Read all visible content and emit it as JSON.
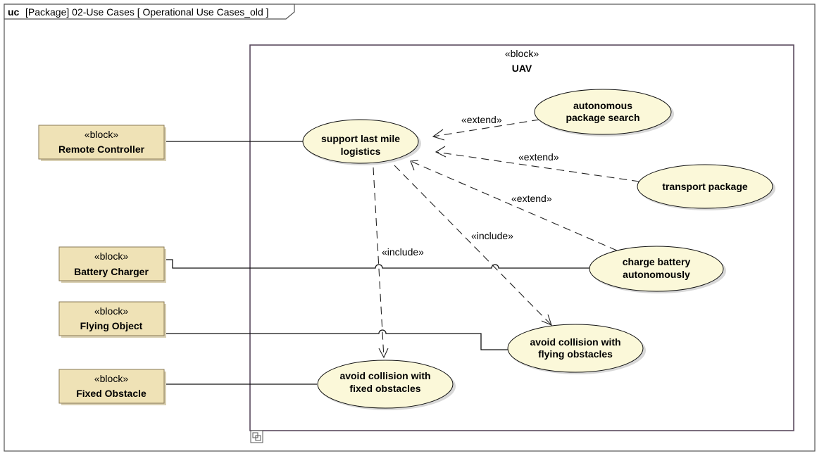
{
  "frame": {
    "kind": "uc",
    "title": "[Package] 02-Use Cases [ Operational Use Cases_old ]"
  },
  "system": {
    "stereotype": "«block»",
    "name": "UAV"
  },
  "actors": [
    {
      "stereotype": "«block»",
      "name": "Remote Controller"
    },
    {
      "stereotype": "«block»",
      "name": "Battery Charger"
    },
    {
      "stereotype": "«block»",
      "name": "Flying Object"
    },
    {
      "stereotype": "«block»",
      "name": "Fixed Obstacle"
    }
  ],
  "use_cases": [
    {
      "lines": [
        "support last mile",
        "logistics"
      ]
    },
    {
      "lines": [
        "autonomous",
        "package search"
      ]
    },
    {
      "lines": [
        "transport package"
      ]
    },
    {
      "lines": [
        "charge battery",
        "autonomously"
      ]
    },
    {
      "lines": [
        "avoid collision with",
        "flying obstacles"
      ]
    },
    {
      "lines": [
        "avoid collision with",
        "fixed obstacles"
      ]
    }
  ],
  "relationships": [
    {
      "type": "extend",
      "label": "«extend»",
      "from": "autonomous package search",
      "to": "support last mile logistics"
    },
    {
      "type": "extend",
      "label": "«extend»",
      "from": "transport package",
      "to": "support last mile logistics"
    },
    {
      "type": "extend",
      "label": "«extend»",
      "from": "charge battery autonomously",
      "to": "support last mile logistics"
    },
    {
      "type": "include",
      "label": "«include»",
      "from": "support last mile logistics",
      "to": "avoid collision with fixed obstacles"
    },
    {
      "type": "include",
      "label": "«include»",
      "from": "support last mile logistics",
      "to": "avoid collision with flying obstacles"
    },
    {
      "type": "association",
      "from": "Remote Controller",
      "to": "support last mile logistics"
    },
    {
      "type": "association",
      "from": "Battery Charger",
      "to": "charge battery autonomously"
    },
    {
      "type": "association",
      "from": "Flying Object",
      "to": "avoid collision with flying obstacles"
    },
    {
      "type": "association",
      "from": "Fixed Obstacle",
      "to": "avoid collision with fixed obstacles"
    }
  ]
}
